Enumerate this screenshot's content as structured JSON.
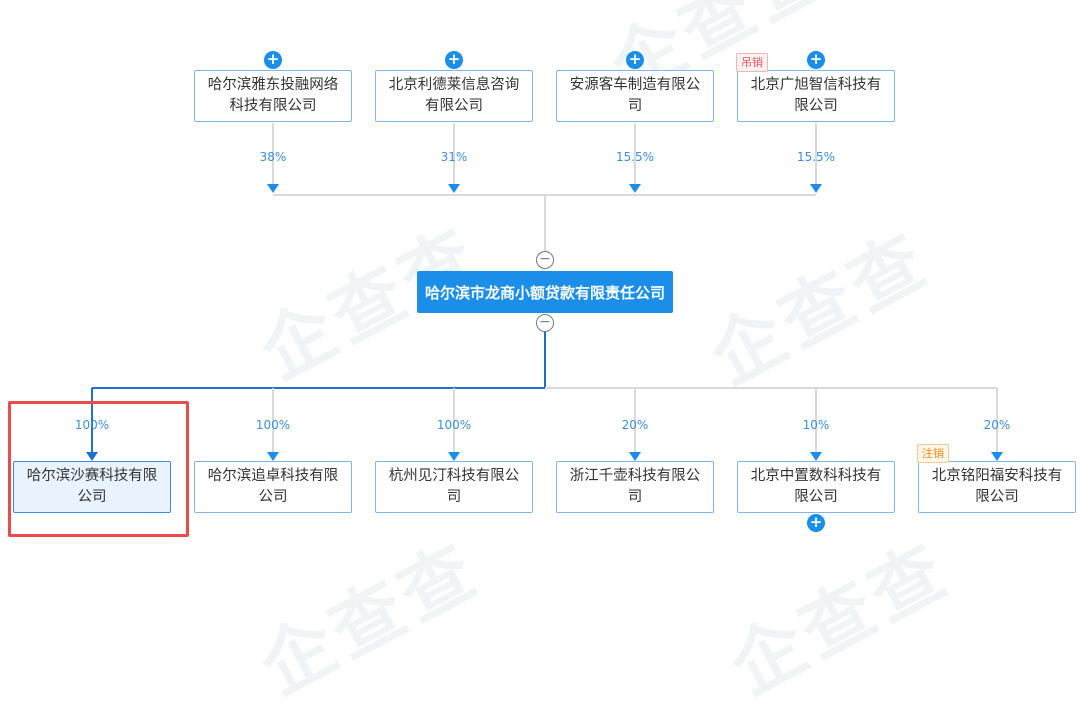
{
  "shareholders": [
    {
      "name": "哈尔滨雅东投融网络科技有限公司",
      "line1": "哈尔滨雅东投融网络",
      "line2": "科技有限公司",
      "percent": "38%",
      "tag": ""
    },
    {
      "name": "北京利德莱信息咨询有限公司",
      "line1": "北京利德莱信息咨询",
      "line2": "有限公司",
      "percent": "31%",
      "tag": ""
    },
    {
      "name": "安源客车制造有限公司",
      "line1": "安源客车制造有限公",
      "line2": "司",
      "percent": "15.5%",
      "tag": ""
    },
    {
      "name": "北京广旭智信科技有限公司",
      "line1": "北京广旭智信科技有",
      "line2": "限公司",
      "percent": "15.5%",
      "tag": "吊销"
    }
  ],
  "company": {
    "name": "哈尔滨市龙商小额贷款有限责任公司"
  },
  "subsidiaries": [
    {
      "line1": "哈尔滨沙赛科技有限",
      "line2": "公司",
      "percent": "100%",
      "tag": "",
      "highlighted": true,
      "expand": false
    },
    {
      "line1": "哈尔滨追卓科技有限",
      "line2": "公司",
      "percent": "100%",
      "tag": "",
      "highlighted": false,
      "expand": false
    },
    {
      "line1": "杭州见汀科技有限公",
      "line2": "司",
      "percent": "100%",
      "tag": "",
      "highlighted": false,
      "expand": false
    },
    {
      "line1": "浙江千壶科技有限公",
      "line2": "司",
      "percent": "20%",
      "tag": "",
      "highlighted": false,
      "expand": false
    },
    {
      "line1": "北京中置数科科技有",
      "line2": "限公司",
      "percent": "10%",
      "tag": "",
      "highlighted": false,
      "expand": true
    },
    {
      "line1": "北京铭阳福安科技有",
      "line2": "限公司",
      "percent": "20%",
      "tag": "注销",
      "highlighted": false,
      "expand": false
    }
  ],
  "colors": {
    "accent": "#1a8ee8",
    "line": "#d9d9d9",
    "active_line": "#1f6fd1",
    "highlight": "#e84c4c"
  }
}
